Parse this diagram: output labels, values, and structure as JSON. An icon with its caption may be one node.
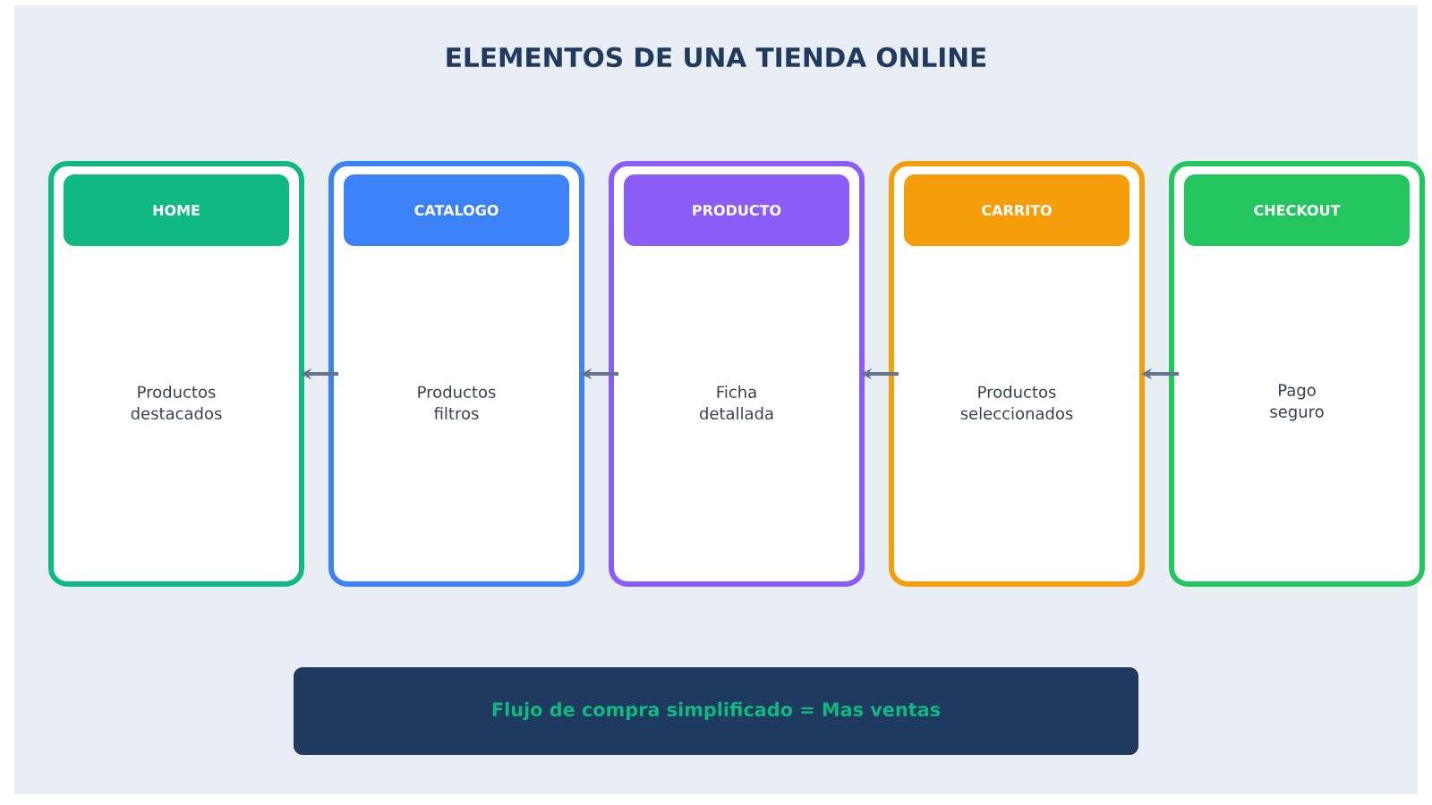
{
  "diagram": {
    "title": "ELEMENTOS DE UNA TIENDA ONLINE",
    "nodes": [
      {
        "text": [
          "Productos destacados"
        ]
      },
      {
        "text": [
          "HOME"
        ],
        "in": 0
      },
      {
        "text": [
          "Productos filtros"
        ]
      },
      {
        "text": [
          "CATALOGO"
        ],
        "in": 2
      },
      {
        "text": [
          "Ficha detallada"
        ]
      },
      {
        "text": [
          "PRODUCTO"
        ],
        "in": 4
      },
      {
        "text": [
          "Productos seleccionados"
        ]
      },
      {
        "text": [
          "CARRITO"
        ],
        "in": 6
      },
      {
        "text": [
          "Pago seguro"
        ]
      },
      {
        "text": [
          "CHECKOUT"
        ],
        "in": 8
      },
      {
        "text": [
          "Flujo de compra simplificado = Mas ventas"
        ]
      }
    ],
    "edges": [
      {
        "from": 2,
        "to": 0,
        "arrow": "to"
      },
      {
        "from": 4,
        "to": 2,
        "arrow": "to"
      },
      {
        "from": 6,
        "to": 4,
        "arrow": "to"
      },
      {
        "from": 8,
        "to": 6,
        "arrow": "to"
      }
    ]
  }
}
